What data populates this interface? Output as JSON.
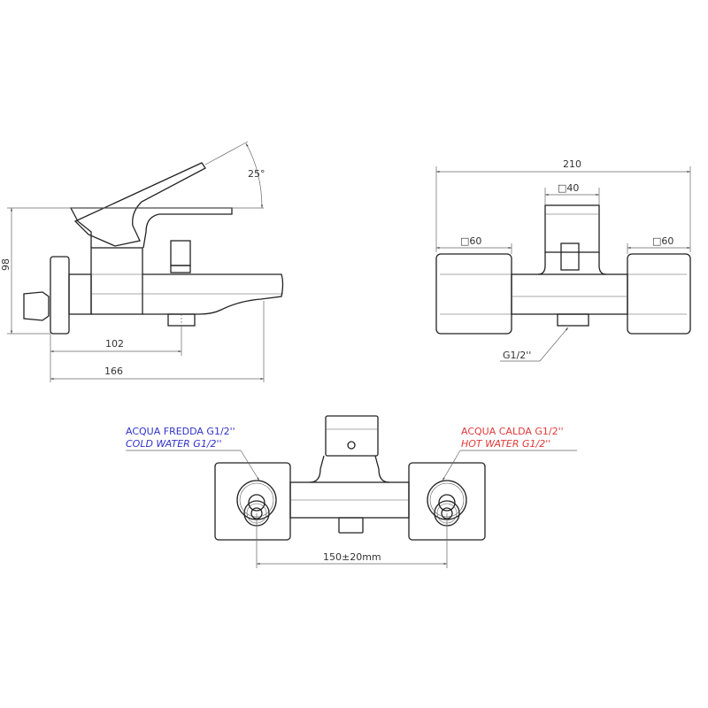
{
  "side_view": {
    "height_dim": "98",
    "angle_dim": "25°",
    "outlet_dim": "102",
    "length_dim": "166"
  },
  "front_view": {
    "width_dim": "210",
    "center_square_dim": "□40",
    "left_square_dim": "□60",
    "right_square_dim": "□60",
    "outlet_thread": "G1/2''"
  },
  "top_view": {
    "cold_label_it": "ACQUA FREDDA G1/2''",
    "cold_label_en": "COLD WATER G1/2''",
    "hot_label_it": "ACQUA CALDA G1/2''",
    "hot_label_en": "HOT WATER G1/2''",
    "spacing_dim": "150±20mm"
  },
  "colors": {
    "cold": "#3232c8",
    "hot": "#e03a3a",
    "line": "#222222"
  }
}
